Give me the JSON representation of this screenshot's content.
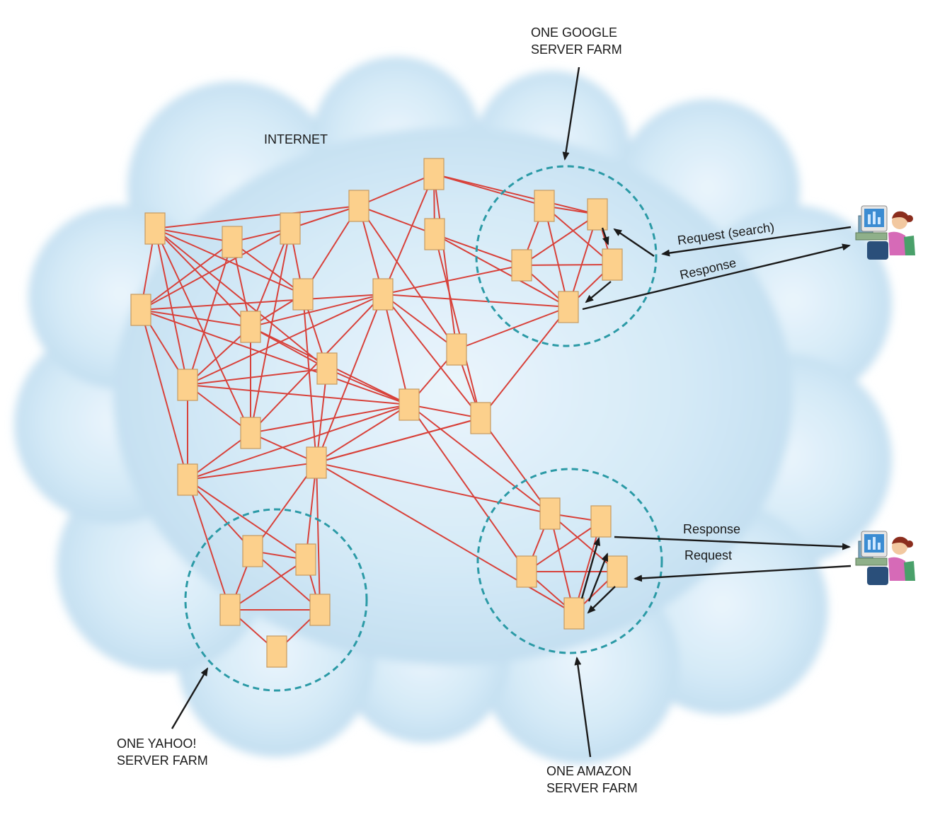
{
  "labels": {
    "internet": "INTERNET",
    "google_1": "ONE GOOGLE",
    "google_2": "SERVER FARM",
    "yahoo_1": "ONE YAHOO!",
    "yahoo_2": "SERVER FARM",
    "amazon_1": "ONE AMAZON",
    "amazon_2": "SERVER FARM",
    "request_search": "Request (search)",
    "response_top": "Response",
    "response_bottom": "Response",
    "request_bottom": "Request"
  },
  "colors": {
    "cloud": "#cfe6f4",
    "connection": "#d8413a",
    "server_node": "#fcd08c",
    "farm_outline": "#2b9aa6"
  },
  "icons": {
    "server": "server-node-icon",
    "user": "user-at-computer-icon"
  }
}
